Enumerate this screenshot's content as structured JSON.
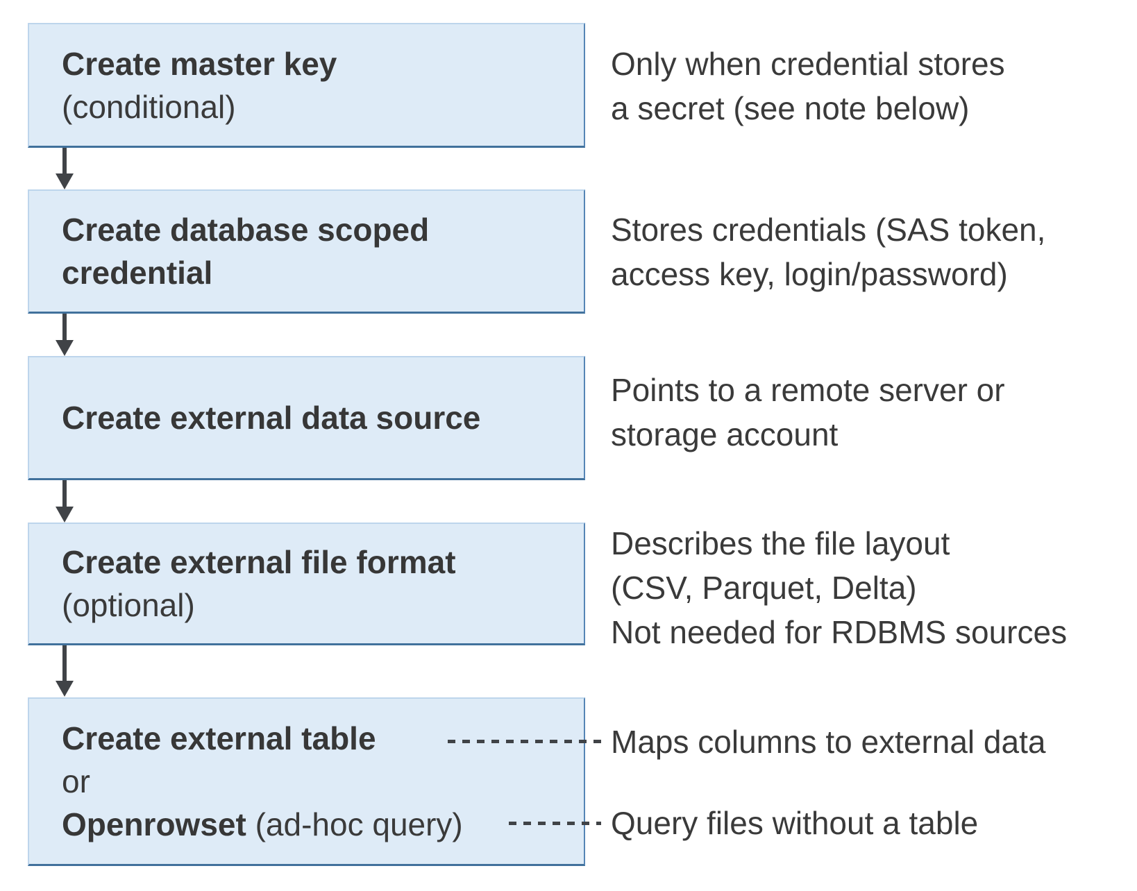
{
  "diagram": {
    "steps": [
      {
        "title": "Create master key",
        "subtitle": "(conditional)",
        "annotation": "Only when credential stores\na secret (see note below)"
      },
      {
        "title": "Create database scoped\ncredential",
        "annotation": "Stores credentials (SAS token,\naccess key, login/password)"
      },
      {
        "title": "Create external data source",
        "annotation": "Points to a remote server or\nstorage account"
      },
      {
        "title": "Create external file format",
        "subtitle": "(optional)",
        "annotation": "Describes the file layout\n(CSV, Parquet, Delta)\nNot needed for RDBMS sources"
      },
      {
        "title": "Create external table",
        "connector": "or",
        "alt_title": "Openrowset",
        "alt_suffix": " (ad-hoc query)",
        "annotation_table": "Maps columns to external data",
        "annotation_adhoc": "Query files without a table"
      }
    ],
    "colors": {
      "box_fill": "#deebf7",
      "box_border_dark": "#41719c",
      "box_border_light": "#bdd5ec",
      "arrow": "#404347",
      "text": "#3a3a3a"
    }
  }
}
